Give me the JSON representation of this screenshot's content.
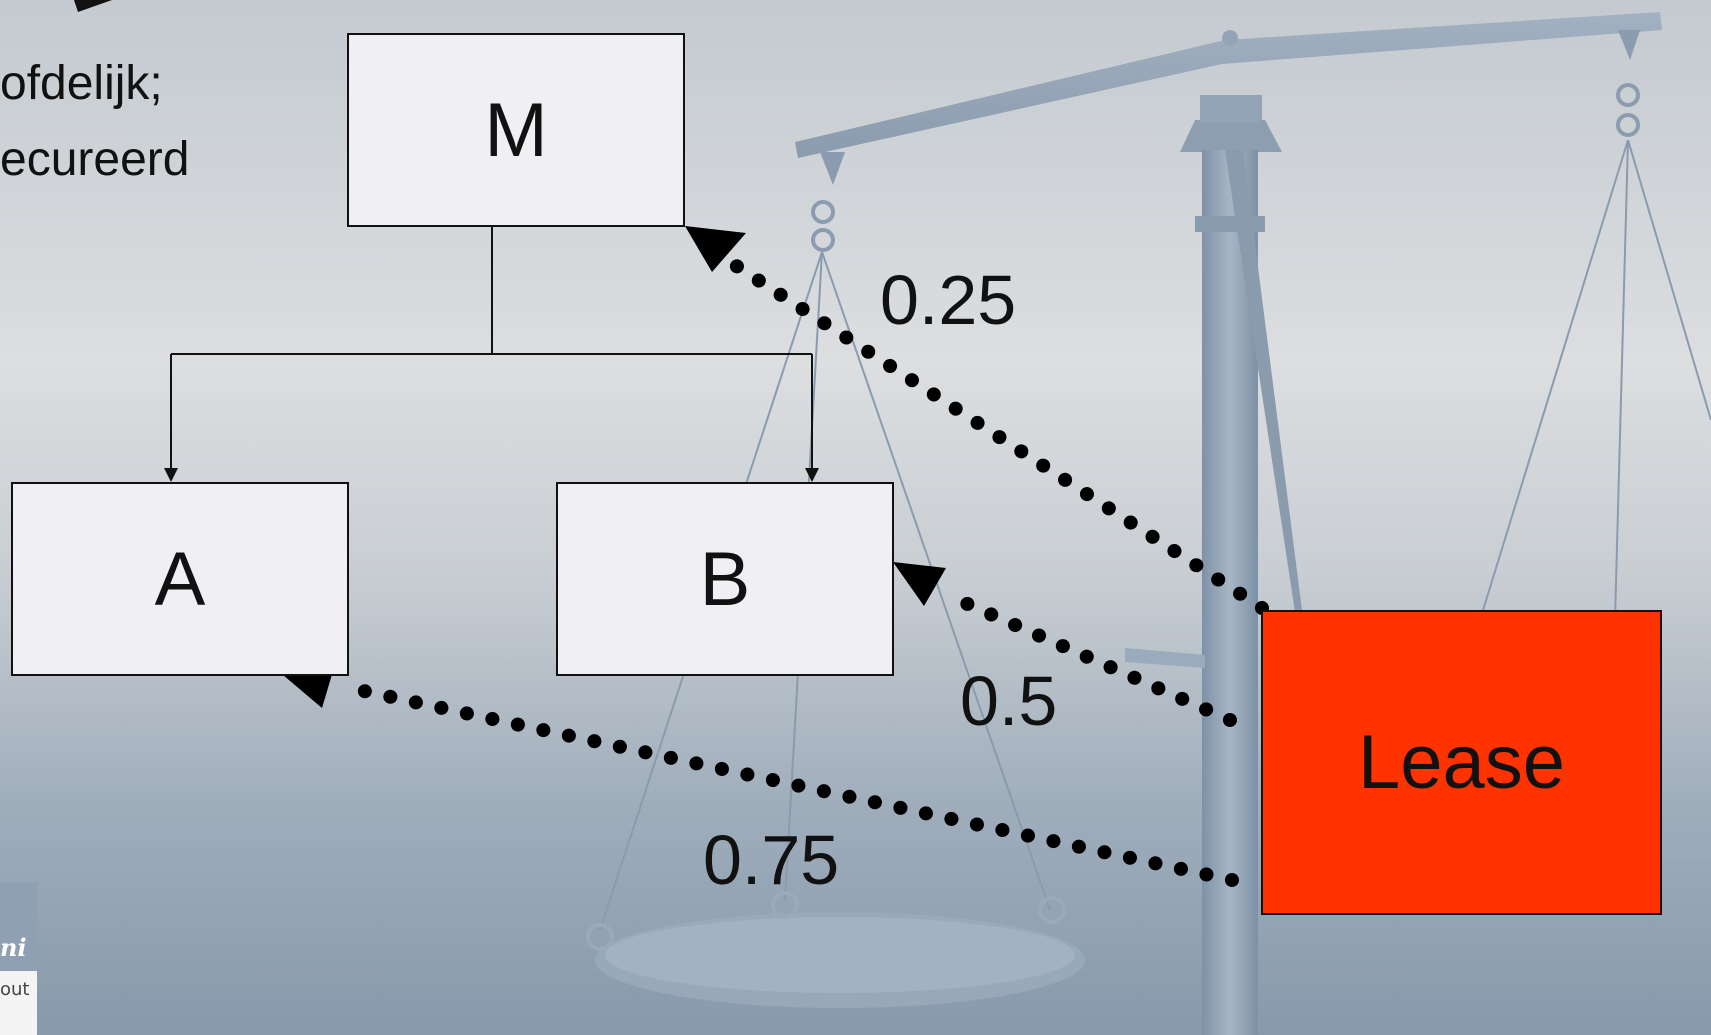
{
  "slide": {
    "text_lines": [
      "ofdelijk;",
      "ecureerd"
    ]
  },
  "nodes": {
    "m": "M",
    "a": "A",
    "b": "B",
    "lease": "Lease"
  },
  "edges": {
    "lease_to_m": "0.25",
    "lease_to_b": "0.5",
    "lease_to_a": "0.75"
  },
  "corner": {
    "label_top": "ni",
    "label_bottom": "out"
  },
  "colors": {
    "lease_fill": "#ff3300",
    "box_fill": "#efeff4",
    "scale_metal": "#8e9fb1"
  },
  "icons": {
    "background": "scale-of-justice-icon",
    "arrowhead": "arrowhead-icon"
  }
}
